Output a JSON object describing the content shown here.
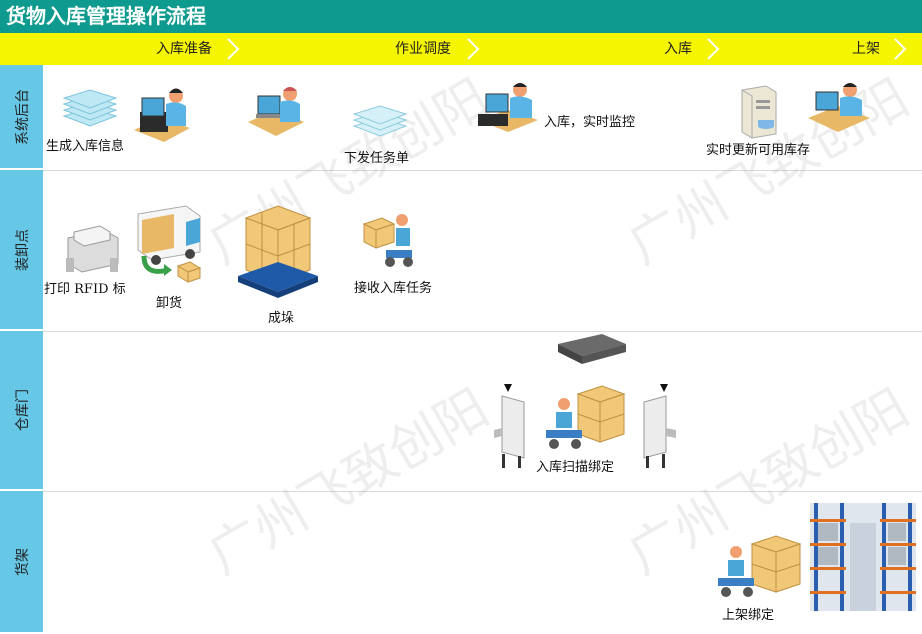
{
  "title": "货物入库管理操作流程",
  "phases": [
    "入库准备",
    "作业调度",
    "入库",
    "上架"
  ],
  "lanes": [
    "系统后台",
    "装卸点",
    "仓库门",
    "货架"
  ],
  "watermark": "广州飞致创阳",
  "steps": {
    "generate_info": "生成入库信息",
    "dispatch_task": "下发任务单",
    "monitor": "入库，实时监控",
    "update_stock": "实时更新可用库存",
    "print_rfid": "打印 RFID 标",
    "unload": "卸货",
    "stack": "成垛",
    "receive_task": "接收入库任务",
    "scan_bind": "入库扫描绑定",
    "shelf_bind": "上架绑定"
  },
  "colors": {
    "title_bg": "#0e9a8e",
    "phase_bg": "#f5f500",
    "lane_bg": "#66c8e6"
  }
}
